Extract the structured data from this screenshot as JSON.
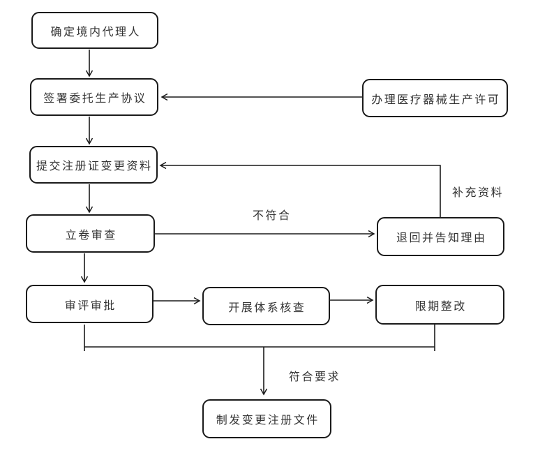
{
  "nodes": {
    "determine_agent": {
      "label": "确定境内代理人"
    },
    "sign_agreement": {
      "label": "签署委托生产协议"
    },
    "production_license": {
      "label": "办理医疗器械生产许可"
    },
    "submit_materials": {
      "label": "提交注册证变更资料"
    },
    "file_review": {
      "label": "立卷审查"
    },
    "return_notify": {
      "label": "退回并告知理由"
    },
    "review_approval": {
      "label": "审评审批"
    },
    "system_inspection": {
      "label": "开展体系核查"
    },
    "deadline_rectify": {
      "label": "限期整改"
    },
    "issue_documents": {
      "label": "制发变更注册文件"
    }
  },
  "edge_labels": {
    "not_conform": "不符合",
    "supplement_materials": "补充资料",
    "meet_requirements": "符合要求"
  },
  "colors": {
    "line": "#1a1a1a",
    "text": "#333333",
    "background": "#ffffff",
    "node_fill": "#ffffff"
  }
}
